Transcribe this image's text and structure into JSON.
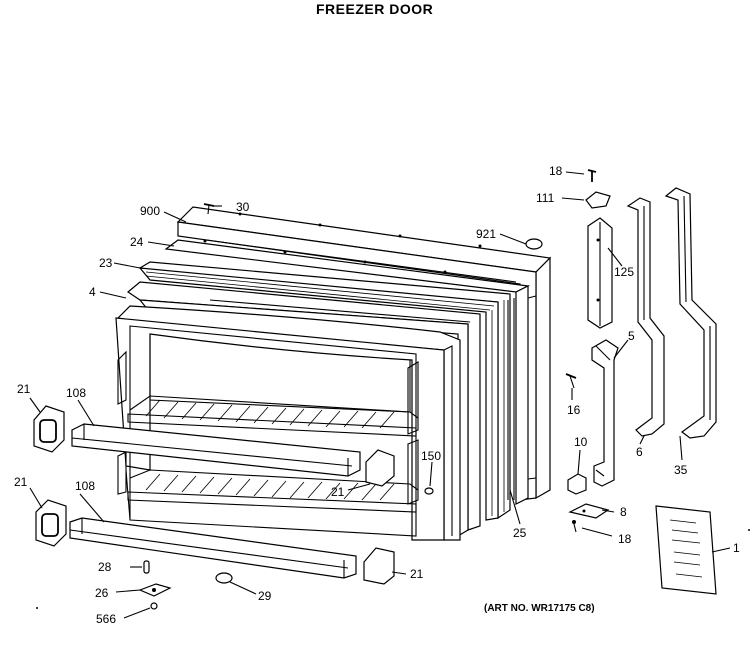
{
  "title": "FREEZER DOOR",
  "art_number": "(ART NO. WR17175 C8)",
  "callouts": {
    "c18a": "18",
    "c111": "111",
    "c30": "30",
    "c900": "900",
    "c921": "921",
    "c24": "24",
    "c125": "125",
    "c23": "23",
    "c4": "4",
    "c5": "5",
    "c21a": "21",
    "c108a": "108",
    "c16": "16",
    "c10": "10",
    "c150": "150",
    "c6": "6",
    "c35": "35",
    "c21b": "21",
    "c21c": "21",
    "c108b": "108",
    "c8": "8",
    "c25": "25",
    "c18b": "18",
    "c1": "1",
    "c28": "28",
    "c21d": "21",
    "c26": "26",
    "c29": "29",
    "c566": "566"
  }
}
